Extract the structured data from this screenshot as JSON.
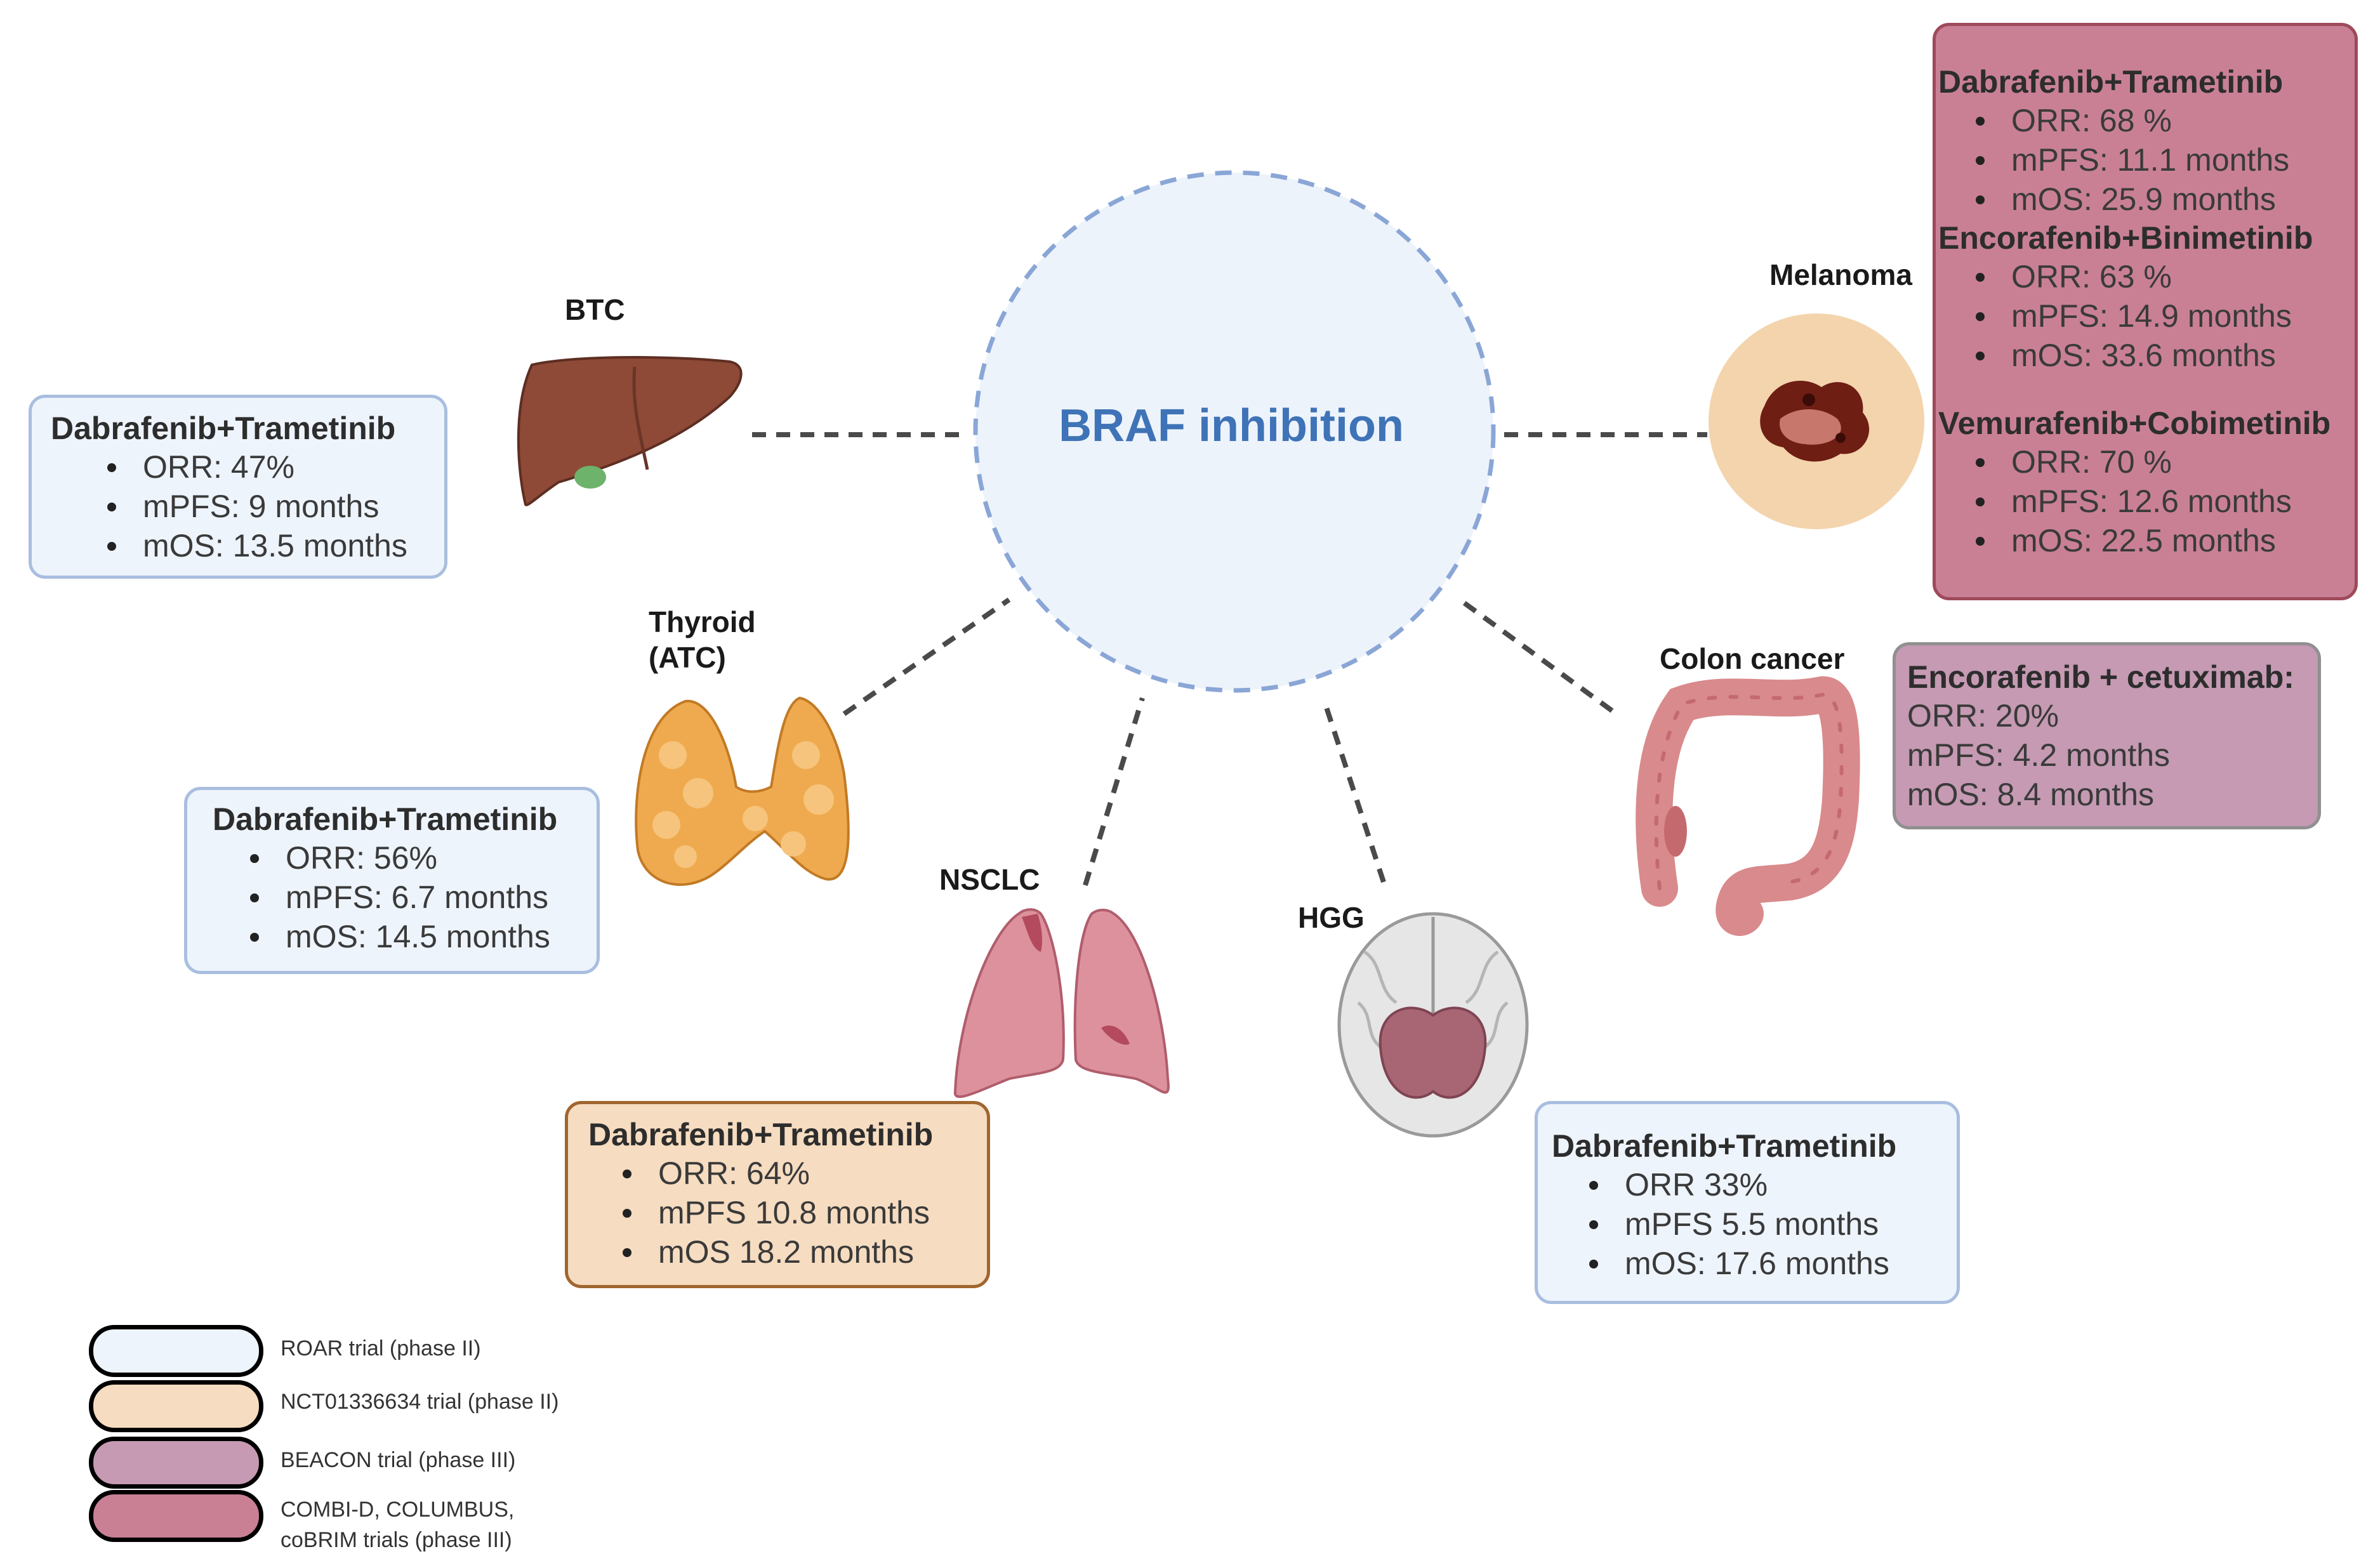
{
  "center": {
    "title": "BRAF inhibition"
  },
  "organs": {
    "btc": "BTC",
    "thyroid_line1": "Thyroid",
    "thyroid_line2": "(ATC)",
    "nsclc": "NSCLC",
    "hgg": "HGG",
    "colon": "Colon cancer",
    "melanoma": "Melanoma"
  },
  "boxes": {
    "btc": {
      "title": "Dabrafenib+Trametinib",
      "items": [
        "ORR: 47%",
        "mPFS: 9 months",
        "mOS: 13.5 months"
      ]
    },
    "thyroid": {
      "title": "Dabrafenib+Trametinib",
      "items": [
        "ORR: 56%",
        "mPFS: 6.7 months",
        "mOS: 14.5 months"
      ]
    },
    "nsclc": {
      "title": "Dabrafenib+Trametinib",
      "items": [
        "ORR: 64%",
        "mPFS 10.8 months",
        "mOS 18.2 months"
      ]
    },
    "hgg": {
      "title": "Dabrafenib+Trametinib",
      "items": [
        "ORR 33%",
        "mPFS  5.5 months",
        "mOS: 17.6  months"
      ]
    },
    "colon": {
      "title": "Encorafenib + cetuximab:",
      "items": [
        "ORR: 20%",
        "mPFS: 4.2 months",
        "mOS: 8.4 months"
      ]
    },
    "melanoma": [
      {
        "title": "Dabrafenib+Trametinib",
        "items": [
          "ORR: 68 %",
          "mPFS:  11.1 months",
          "mOS:  25.9 months"
        ]
      },
      {
        "title": "Encorafenib+Binimetinib",
        "items": [
          "ORR: 63 %",
          "mPFS:  14.9 months",
          "mOS:  33.6 months"
        ]
      },
      {
        "title": "Vemurafenib+Cobimetinib",
        "items": [
          "ORR: 70 %",
          "mPFS:  12.6 months",
          "mOS:  22.5 months"
        ]
      }
    ]
  },
  "legend": [
    {
      "label": "ROAR trial (phase II)",
      "color": "#eef4fc"
    },
    {
      "label": "NCT01336634  trial (phase II)",
      "color": "#f6dcc0"
    },
    {
      "label": "BEACON trial (phase III)",
      "color": "#c59ab2"
    },
    {
      "label": "COMBI-D, COLUMBUS,",
      "label2": "coBRIM trials (phase III)",
      "color": "#c98095"
    }
  ],
  "colors": {
    "accent": "#3f73b7",
    "roar_fill": "#eef4fc",
    "roar_border": "#a9bedf",
    "nct_fill": "#f6dcc0",
    "nct_border": "#a0662f",
    "beacon_fill": "#c59ab2",
    "beacon_border": "#909090",
    "combi_fill": "#c98095",
    "combi_border": "#9e4a5b"
  },
  "icons": [
    "liver-icon",
    "thyroid-icon",
    "lungs-icon",
    "brain-icon",
    "colon-icon",
    "melanoma-lesion-icon"
  ]
}
